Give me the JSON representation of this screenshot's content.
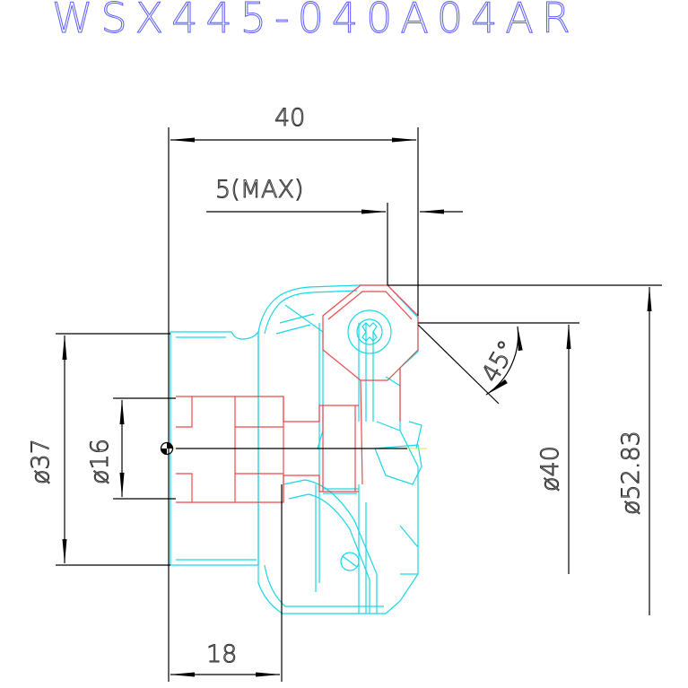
{
  "title": "WSX445-040A04AR",
  "dimensions": {
    "width_top": "40",
    "max_depth": "5(MAX)",
    "bore_dia": "ø16",
    "hub_dia": "ø37",
    "length_bottom": "18",
    "angle": "45°",
    "cutting_dia": "ø40",
    "outer_dia": "ø52.83"
  },
  "colors": {
    "title": "#5a5aff",
    "body_outline": "#18d6e6",
    "insert_outline": "#e84a4a",
    "dimension": "#000000",
    "centerline": "#e6e04a"
  }
}
